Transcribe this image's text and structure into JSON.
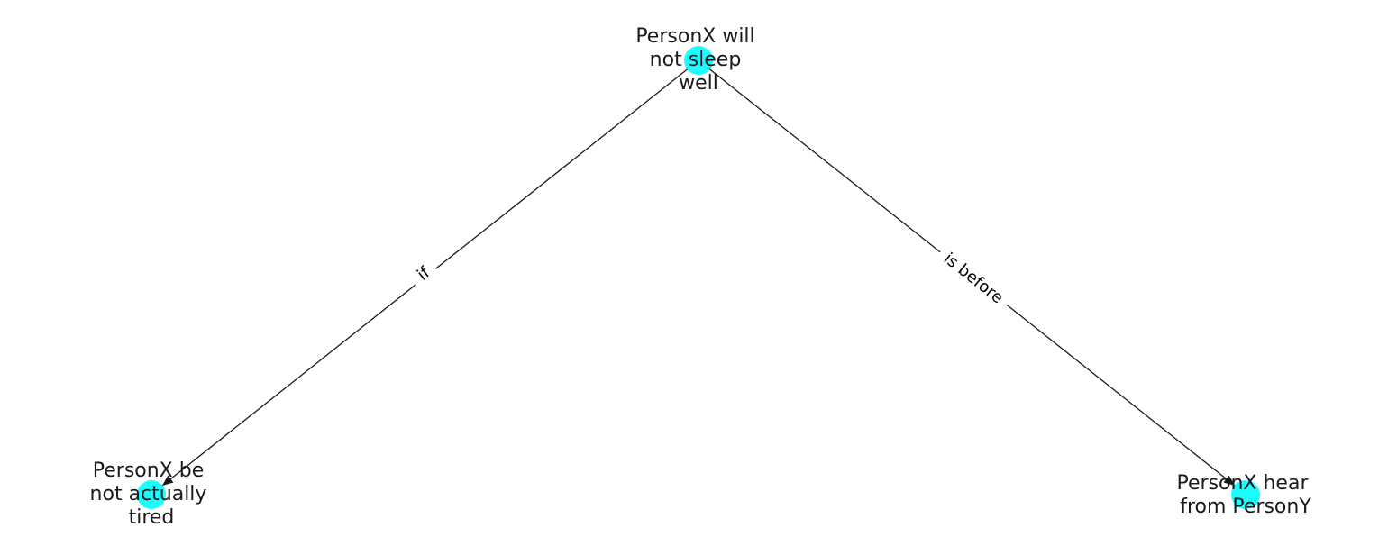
{
  "diagram": {
    "node_color": "#19ffff",
    "edge_color": "#1a1a1a",
    "nodes": [
      {
        "id": "n1",
        "lines": [
          "PersonX will",
          "not sleep",
          "well"
        ]
      },
      {
        "id": "n2",
        "lines": [
          "PersonX be",
          "not actually",
          "tired"
        ]
      },
      {
        "id": "n3",
        "lines": [
          "PersonX hear",
          "from PersonY"
        ]
      }
    ],
    "edges": [
      {
        "from": "n1",
        "to": "n2",
        "label": "if"
      },
      {
        "from": "n1",
        "to": "n3",
        "label": "is before"
      }
    ]
  }
}
